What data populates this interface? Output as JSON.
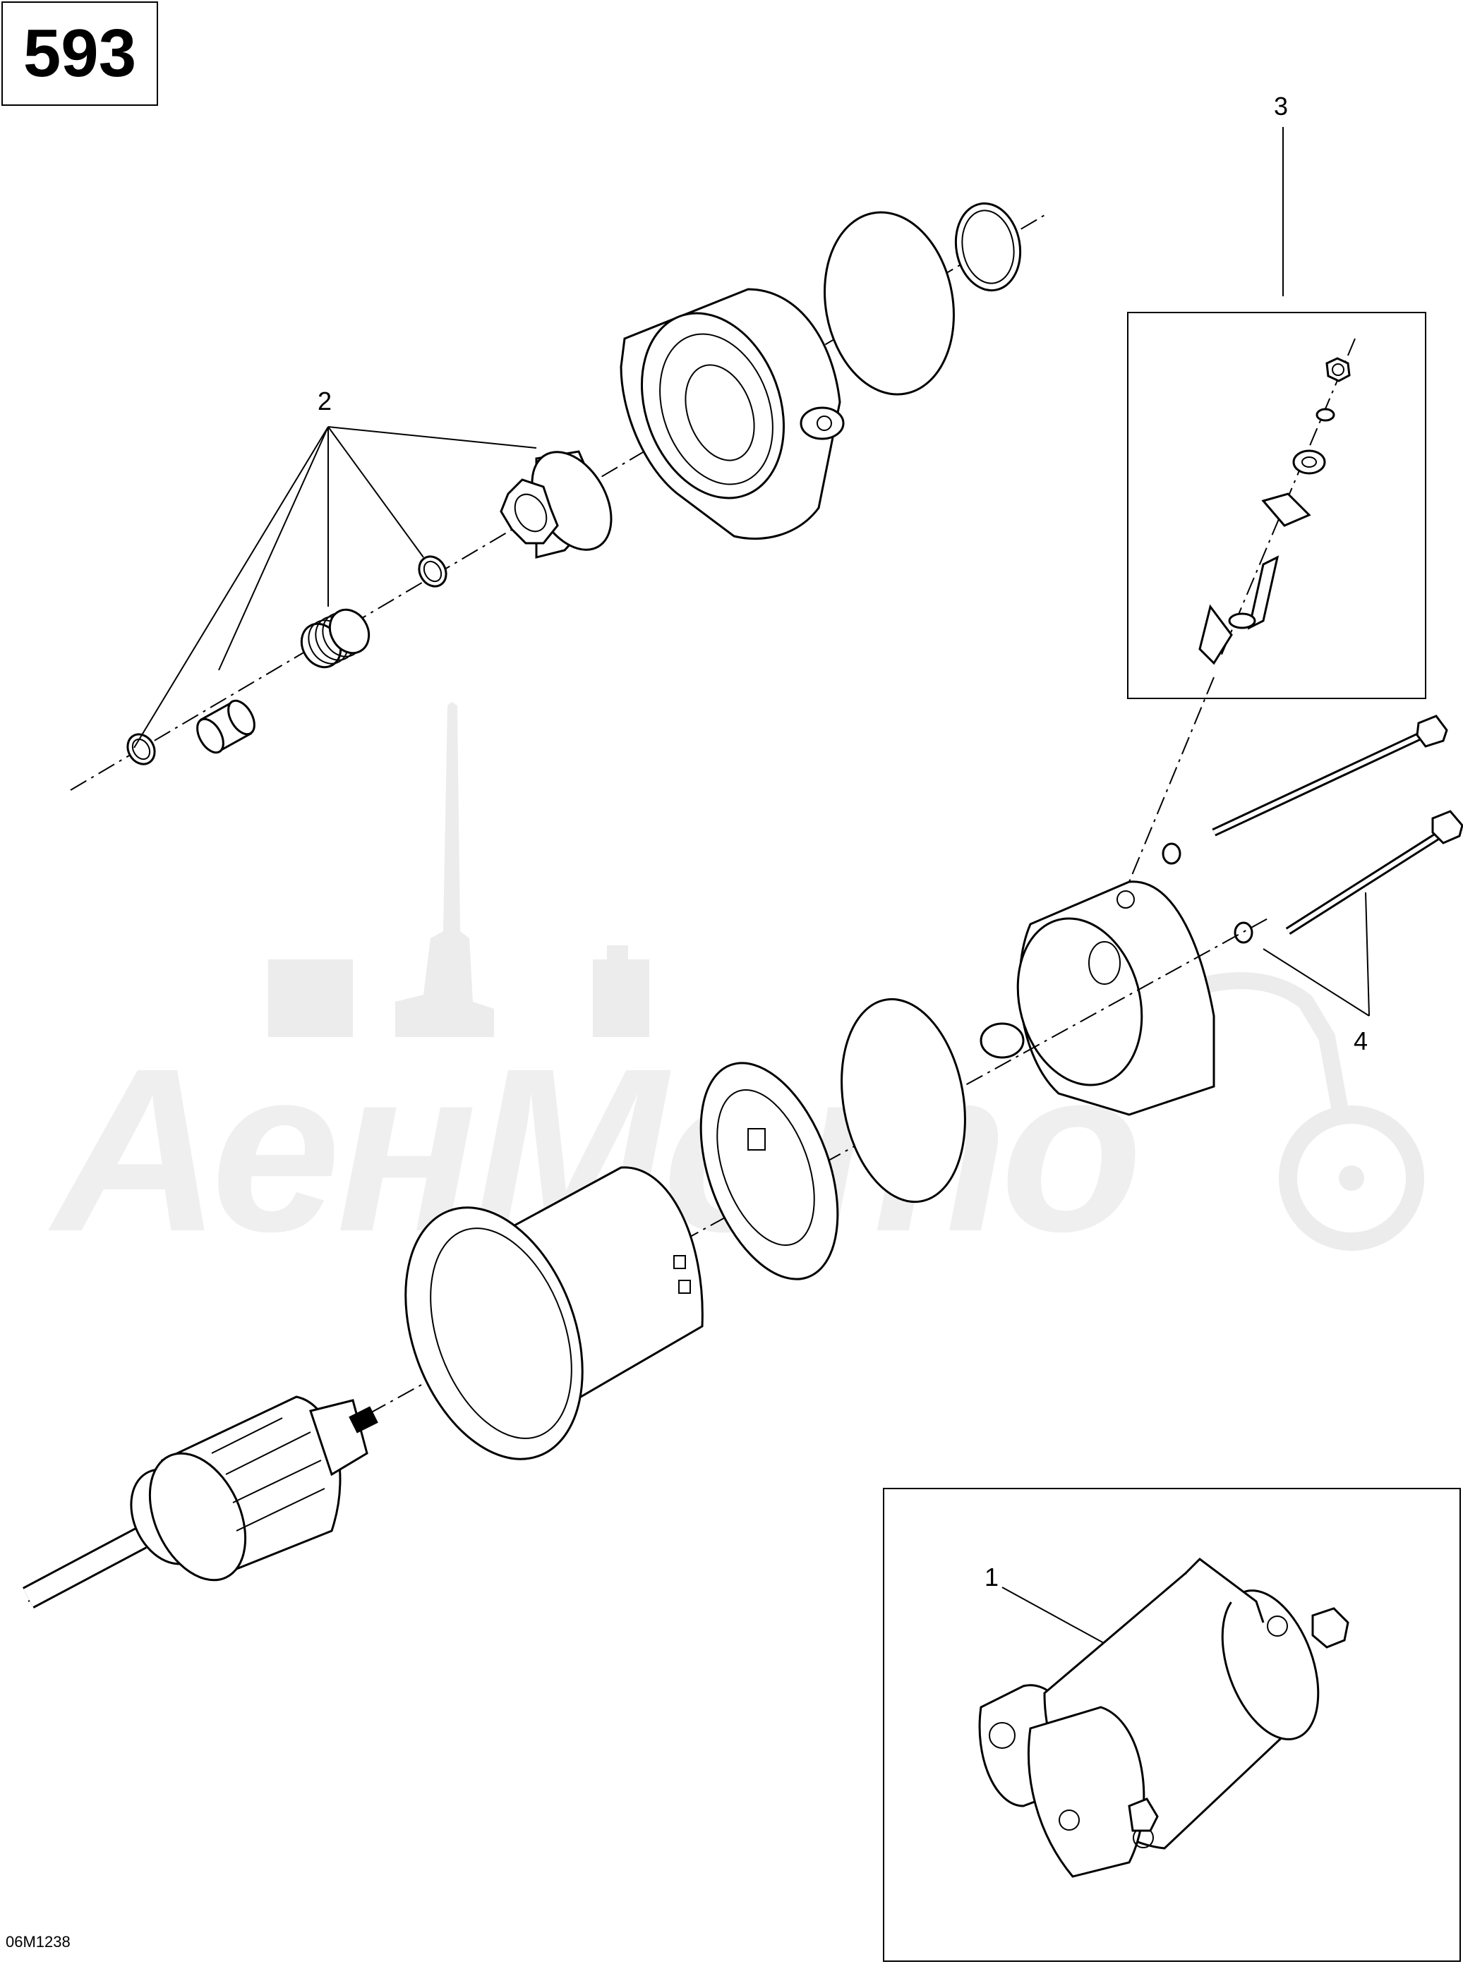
{
  "page_number": "593",
  "drawing_code": "06M1238",
  "watermark_text": "АенМото",
  "callouts": [
    {
      "id": "1",
      "label": "1"
    },
    {
      "id": "2",
      "label": "2"
    },
    {
      "id": "3",
      "label": "3"
    },
    {
      "id": "4",
      "label": "4"
    }
  ],
  "colors": {
    "line": "#000000",
    "background": "#ffffff",
    "watermark": "#ececec"
  }
}
